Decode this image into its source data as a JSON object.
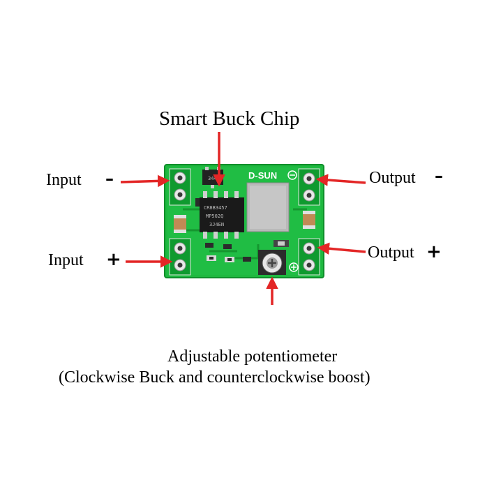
{
  "labels": {
    "chip": "Smart Buck Chip",
    "input": "Input",
    "input_minus_sign": "–",
    "input_plus_sign": "+",
    "output_minus": "Output",
    "output_minus_sign": "–",
    "output_plus": "Output",
    "output_plus_sign": "+",
    "pot_line1": "Adjustable potentiometer",
    "pot_line2": "(Clockwise Buck and counterclockwise boost)"
  },
  "board": {
    "silkscreen": "D-SUN",
    "chip_marking_1": "CR8B3457",
    "chip_marking_2": "MP502Q",
    "chip_marking_3": "3J4EN",
    "sot_marking": "344"
  },
  "colors": {
    "arrow": "#e32626",
    "pcb": "#19b43c",
    "text": "#000000"
  }
}
